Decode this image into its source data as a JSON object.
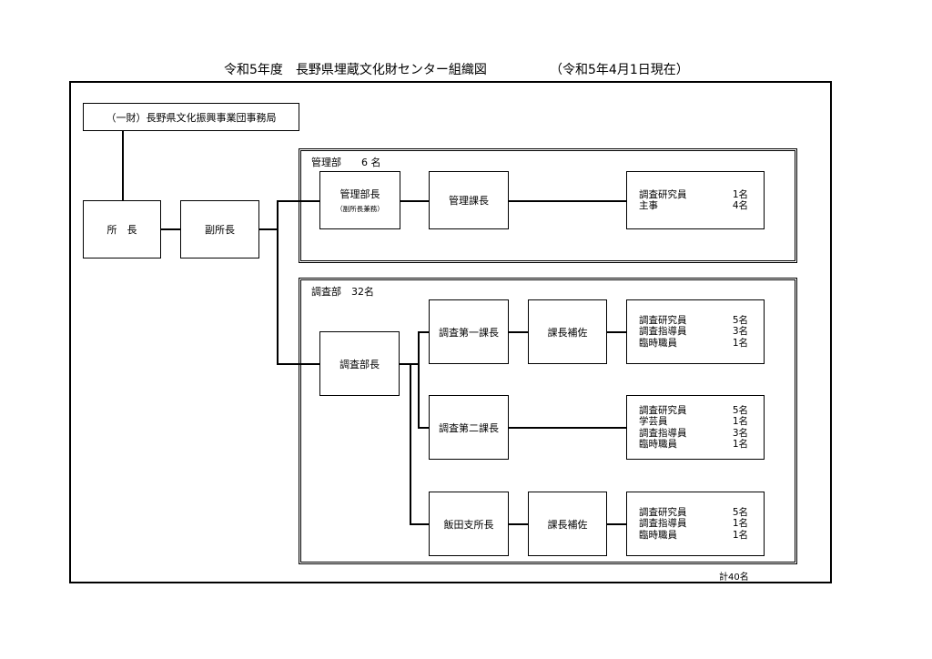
{
  "header": {
    "title": "令和5年度　長野県埋蔵文化財センター組織図",
    "date": "（令和5年4月1日現在）"
  },
  "org": {
    "foundation": "（一財）長野県文化振興事業団事務局",
    "director": "所　長",
    "vice_director": "副所長",
    "admin_dept": {
      "label": "管理部　　6 名",
      "head": "管理部長",
      "head_note": "（副所長兼務）",
      "manager": "管理課長",
      "staff": [
        {
          "role": "調査研究員",
          "count": "1名"
        },
        {
          "role": "主事",
          "count": "4名"
        }
      ]
    },
    "survey_dept": {
      "label": "調査部　32名",
      "head": "調査部長",
      "section1": {
        "name": "調査第一課長",
        "assistant": "課長補佐",
        "staff": [
          {
            "role": "調査研究員",
            "count": "5名"
          },
          {
            "role": "調査指導員",
            "count": "3名"
          },
          {
            "role": "臨時職員",
            "count": "1名"
          }
        ]
      },
      "section2": {
        "name": "調査第二課長",
        "staff": [
          {
            "role": "調査研究員",
            "count": "5名"
          },
          {
            "role": "学芸員",
            "count": "1名"
          },
          {
            "role": "調査指導員",
            "count": "3名"
          },
          {
            "role": "臨時職員",
            "count": "1名"
          }
        ]
      },
      "iida": {
        "name": "飯田支所長",
        "assistant": "課長補佐",
        "staff": [
          {
            "role": "調査研究員",
            "count": "5名"
          },
          {
            "role": "調査指導員",
            "count": "1名"
          },
          {
            "role": "臨時職員",
            "count": "1名"
          }
        ]
      }
    }
  },
  "total": "計40名"
}
